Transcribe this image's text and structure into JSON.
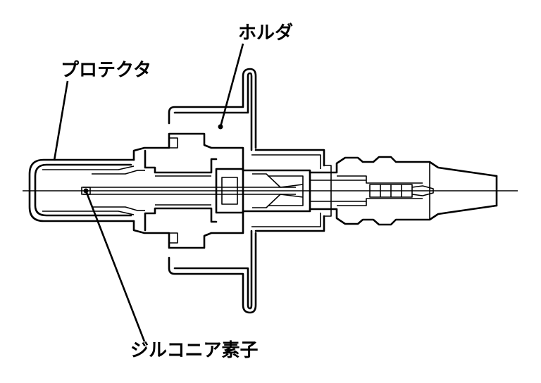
{
  "labels": {
    "holder": "ホルダ",
    "protector": "プロテクタ",
    "zirconia_element": "ジルコニア素子"
  }
}
